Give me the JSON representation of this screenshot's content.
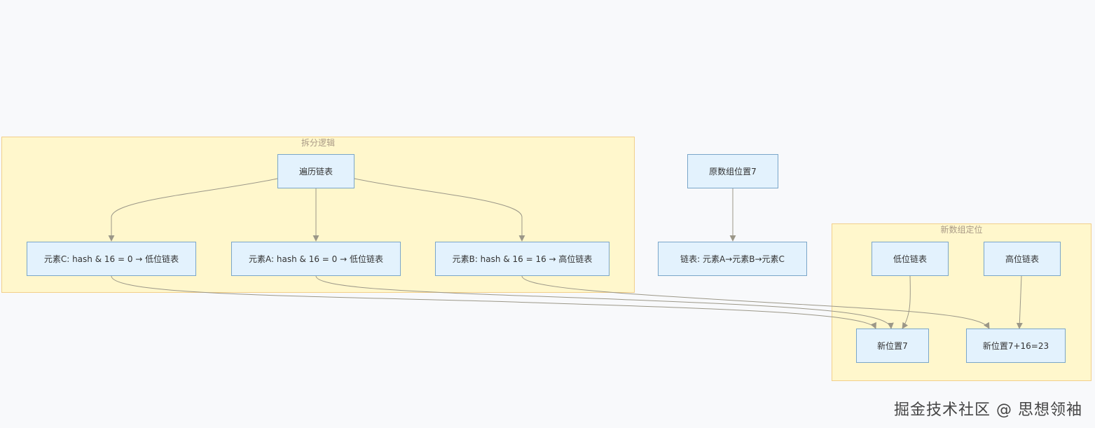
{
  "clusters": {
    "split_logic": {
      "title": "拆分逻辑"
    },
    "new_position": {
      "title": "新数组定位"
    }
  },
  "nodes": {
    "traverse": "遍历链表",
    "elem_c": "元素C: hash & 16 = 0 → 低位链表",
    "elem_a": "元素A: hash & 16 = 0 → 低位链表",
    "elem_b": "元素B: hash & 16 = 16 → 高位链表",
    "orig_pos": "原数组位置7",
    "linked_list": "链表: 元素A→元素B→元素C",
    "low_list": "低位链表",
    "high_list": "高位链表",
    "new_pos_7": "新位置7",
    "new_pos_23": "新位置7+16=23"
  },
  "watermark": "掘金技术社区 @ 思想领袖"
}
